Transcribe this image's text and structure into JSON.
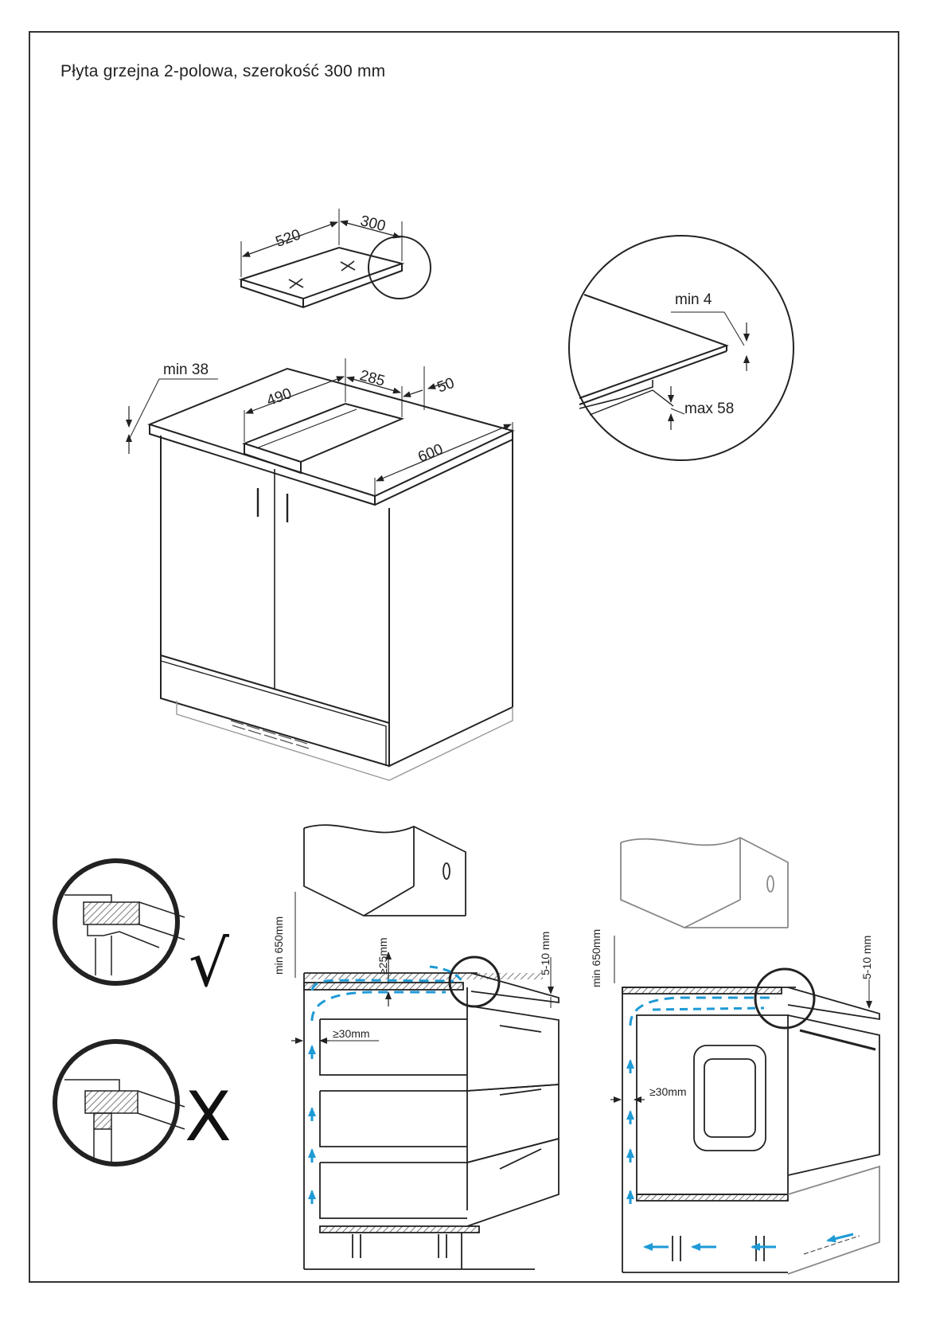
{
  "title": "Płyta grzejna 2-polowa, szerokość 300 mm",
  "hob": {
    "width": "520",
    "depth": "300"
  },
  "cabinet": {
    "worktop_min": "min 38",
    "cutout_width": "490",
    "cutout_depth": "285",
    "front_offset": "50",
    "worktop_depth": "600"
  },
  "detail": {
    "min_gap": "min 4",
    "max_thickness": "max 58"
  },
  "installation": {
    "correct_mark": "√",
    "wrong_mark": "X",
    "left": {
      "min_height": "min 650mm",
      "gap_top": "≥25mm",
      "side_gap": "≥30mm",
      "edge_gap": "5-10 mm"
    },
    "right": {
      "min_height": "min 650mm",
      "side_gap": "≥30mm",
      "edge_gap": "5-10 mm"
    }
  },
  "colors": {
    "line": "#222222",
    "airflow": "#1e9ad6",
    "hatch": "#777777"
  }
}
